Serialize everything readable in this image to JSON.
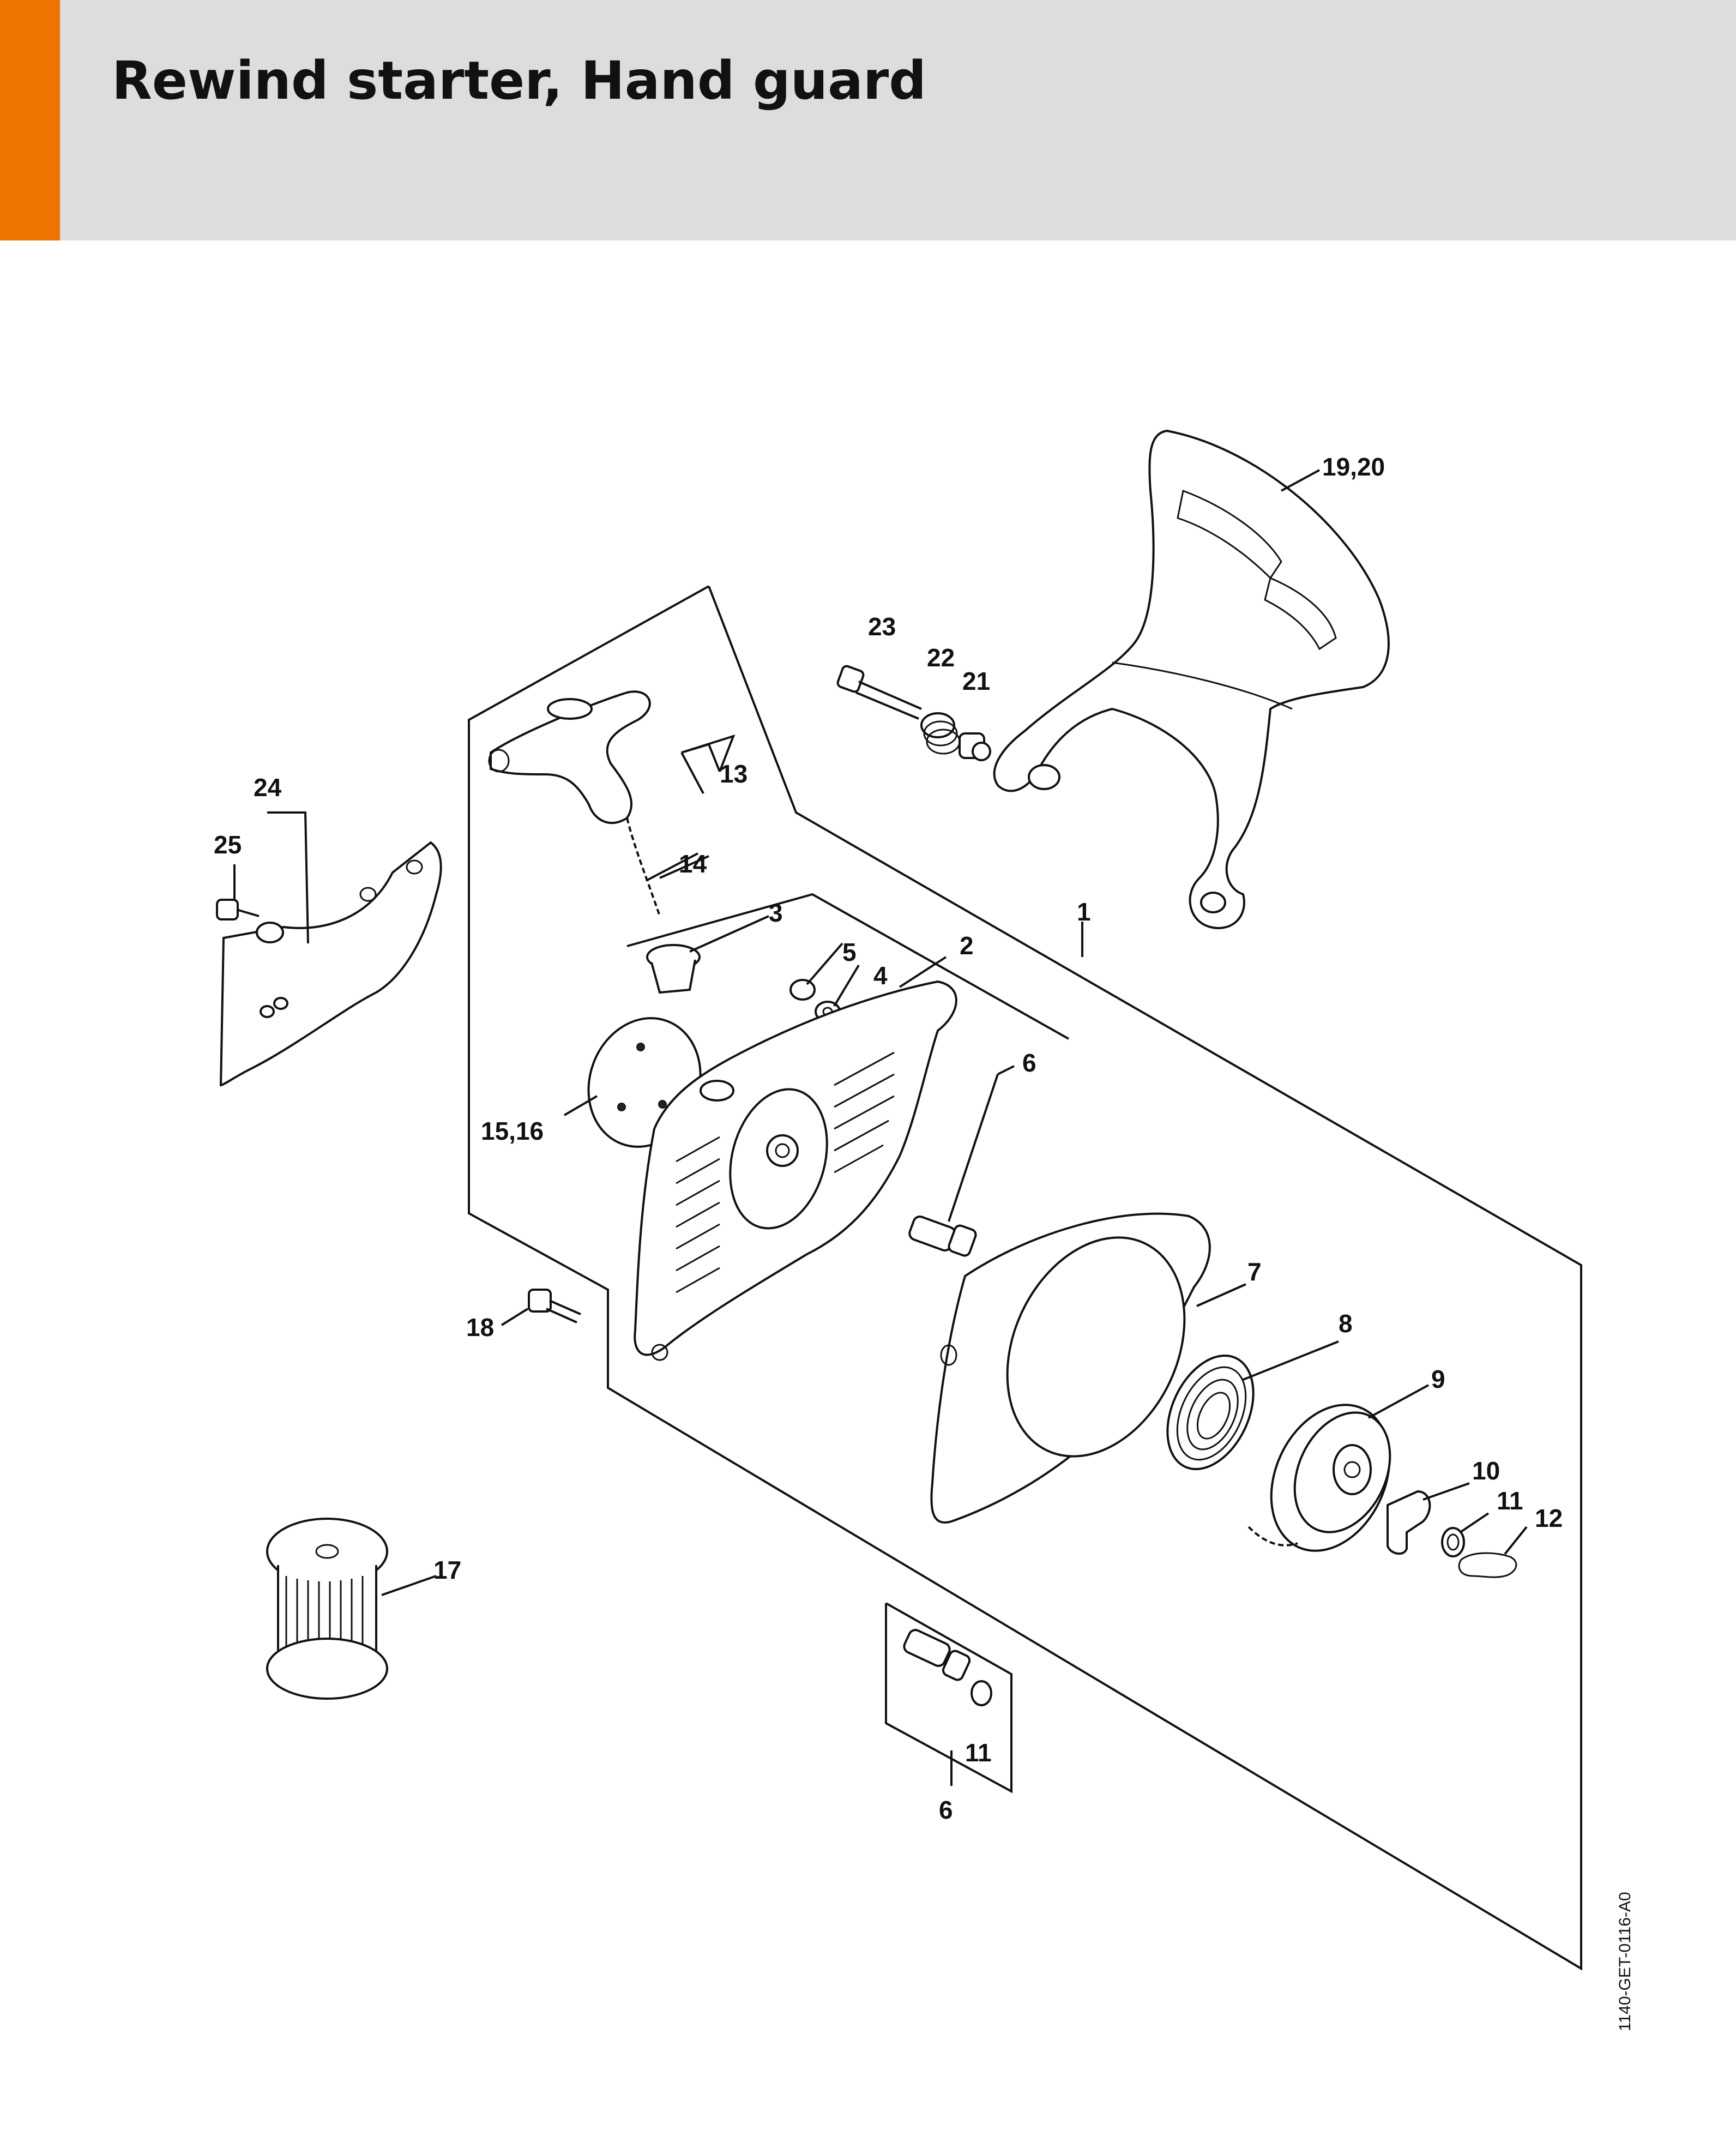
{
  "page": {
    "title": "Rewind starter, Hand guard",
    "accent_color": "#ef7300",
    "header_color": "#dcdddc"
  },
  "diagram": {
    "callouts": {
      "c1": "1",
      "c2": "2",
      "c3": "3",
      "c4": "4",
      "c5": "5",
      "c6a": "6",
      "c6b": "6",
      "c7": "7",
      "c8": "8",
      "c9": "9",
      "c10": "10",
      "c11a": "11",
      "c11b": "11",
      "c12": "12",
      "c13": "13",
      "c14": "14",
      "c15": "15,16",
      "c17": "17",
      "c18": "18",
      "c19": "19,20",
      "c21": "21",
      "c22": "22",
      "c23": "23",
      "c24": "24",
      "c25": "25"
    },
    "drawing_number": "1140-GET-0116-A0"
  }
}
